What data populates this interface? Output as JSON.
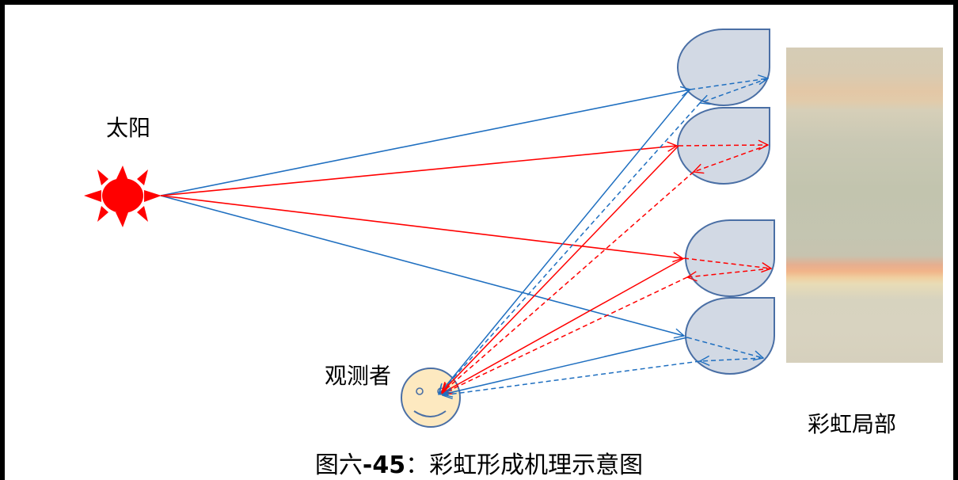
{
  "labels": {
    "sun": "太阳",
    "observer": "观测者",
    "rainbow_section": "彩虹局部"
  },
  "caption": {
    "prefix": "图六",
    "number": "-45",
    "text": "：彩虹形成机理示意图"
  },
  "colors": {
    "sun": "#ff0000",
    "red_light": "#ff0000",
    "blue_light": "#1f6fc0",
    "droplet_fill": "#d2d9e4",
    "droplet_stroke": "#4a6fa5",
    "observer_face": "#fde9c0"
  }
}
